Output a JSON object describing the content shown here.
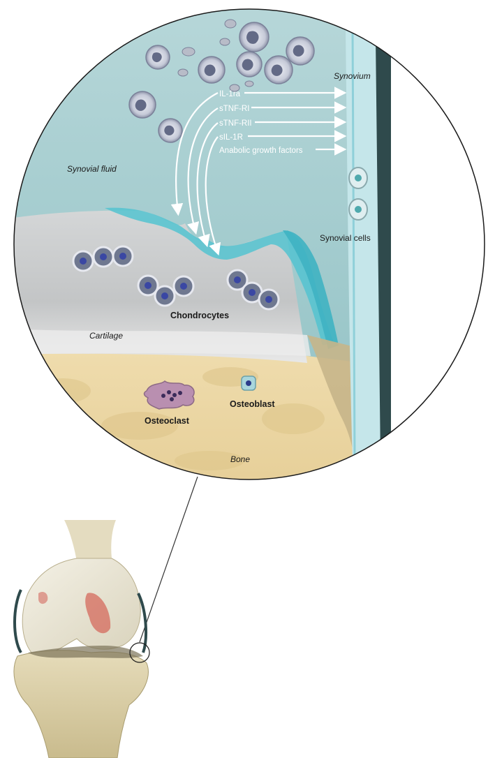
{
  "labels": {
    "synovial_fluid": "Synovial fluid",
    "synovium": "Synovium",
    "synovial_cells": "Synovial cells",
    "chondrocytes": "Chondrocytes",
    "cartilage": "Cartilage",
    "osteoclast": "Osteoclast",
    "osteoblast": "Osteoblast",
    "bone": "Bone"
  },
  "factors": [
    "IL-1ra",
    "sTNF-RI",
    "sTNF-RII",
    "sIL-1R",
    "Anabolic growth factors"
  ],
  "colors": {
    "synovial_fluid": "#a9cfd1",
    "cartilage": "#c9cbcc",
    "bone": "#ecd9a6",
    "synovium": "#bfe3e8",
    "synovium_dark": "#2f4a4c",
    "surface_fluid": "#54c3d0",
    "osteoclast": "#b98fb0",
    "cell_nucleus": "#3a47a3",
    "arrow": "#ffffff",
    "label_text": "#1a1a1a"
  }
}
